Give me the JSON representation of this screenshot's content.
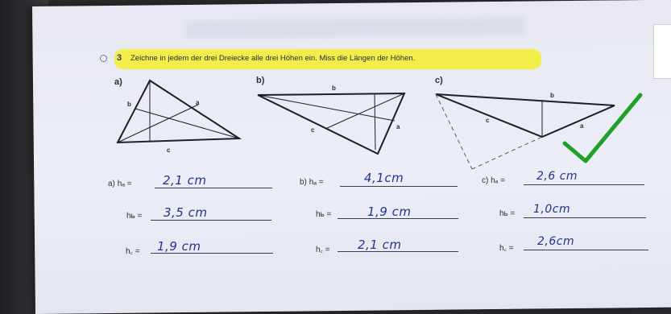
{
  "task": {
    "number": "3",
    "instruction": "Zeichne in jedem der drei Dreiecke alle drei Höhen ein. Miss die Längen der Höhen."
  },
  "figures": [
    {
      "label": "a)",
      "sides": {
        "a": "a",
        "b": "b",
        "c": "c"
      }
    },
    {
      "label": "b)",
      "sides": {
        "a": "a",
        "b": "b",
        "c": "c"
      }
    },
    {
      "label": "c)",
      "sides": {
        "a": "a",
        "b": "b",
        "c": "c"
      }
    }
  ],
  "answers": {
    "a": {
      "prefix": "a)",
      "ha_label": "hₐ =",
      "ha": "2,1 cm",
      "hb_label": "hь =",
      "hb": "3,5 cm",
      "hc_label": "h꜀ =",
      "hc": "1,9 cm"
    },
    "b": {
      "prefix": "b)",
      "ha_label": "hₐ =",
      "ha": "4,1cm",
      "hb_label": "hь =",
      "hb": "1,9 cm",
      "hc_label": "h꜀ =",
      "hc": "2,1 cm"
    },
    "c": {
      "prefix": "c)",
      "ha_label": "hₐ =",
      "ha": "2,6 cm",
      "hb_label": "hь =",
      "hb": "1,0cm",
      "hc_label": "h꜀ =",
      "hc": "2,6cm"
    }
  },
  "colors": {
    "highlight": "#f3ee3b",
    "ink": "#24328c",
    "check": "#1fa02a",
    "paper": "#e9ebf4"
  },
  "icons": {
    "checkmark": "checkmark-icon",
    "bullet": "circle-bullet-icon"
  }
}
